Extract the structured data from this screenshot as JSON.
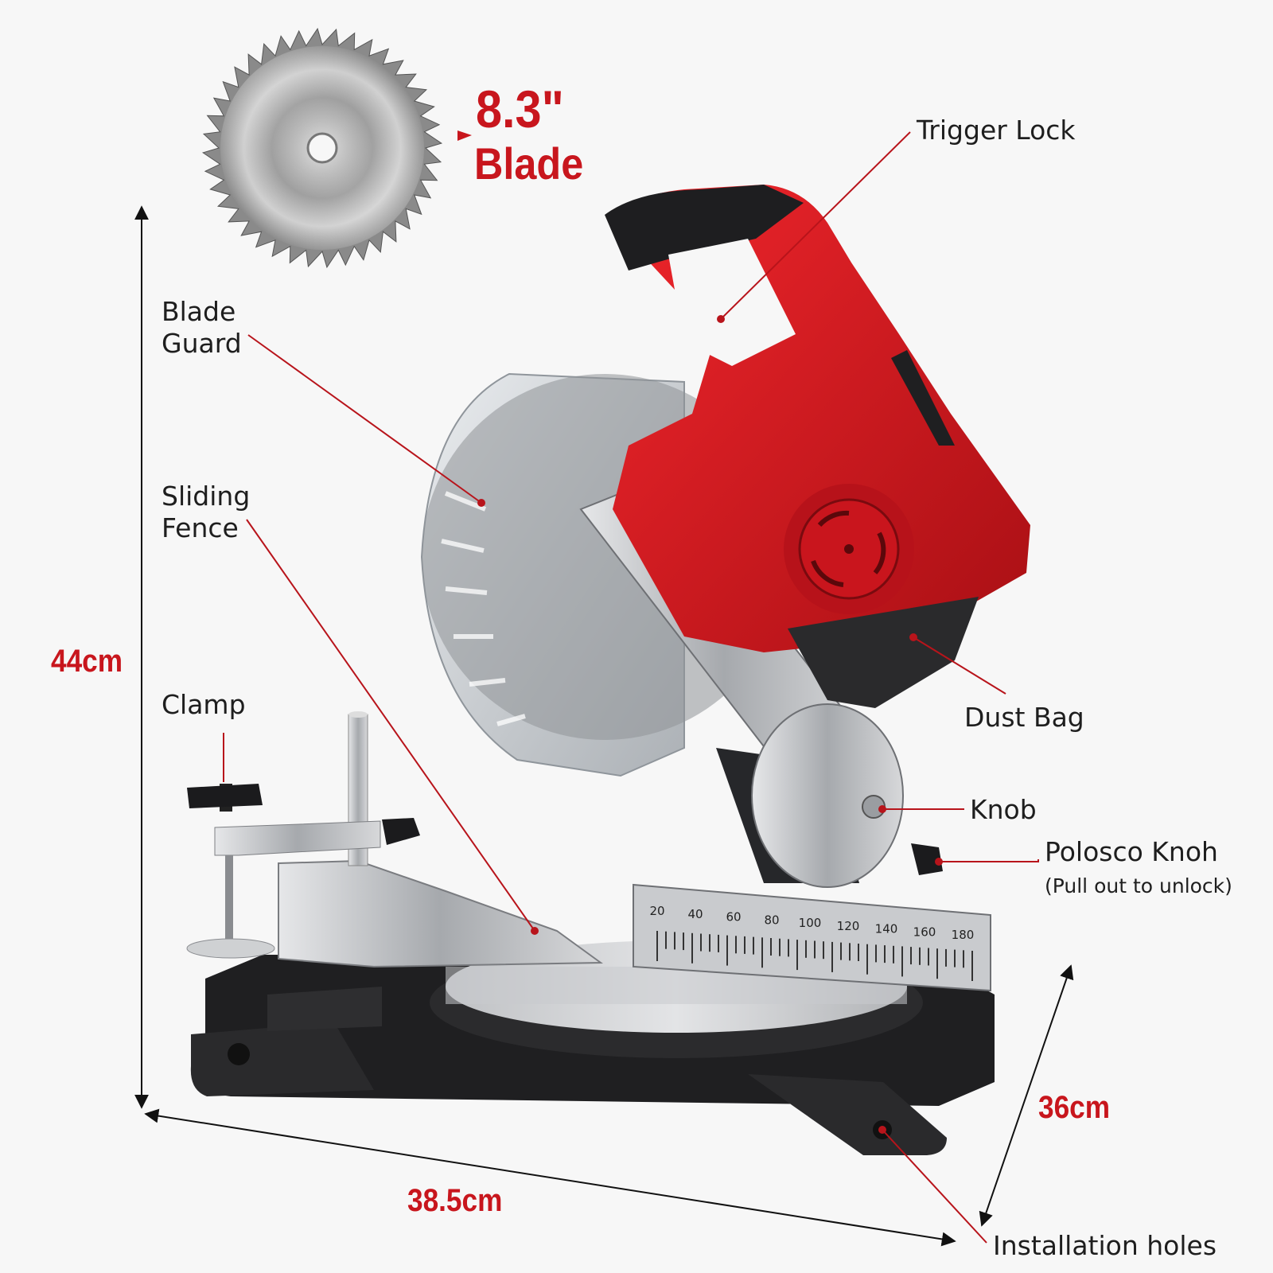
{
  "colors": {
    "accent": "#c8161d",
    "body_red": "#d71920",
    "dark": "#1d1d1f",
    "metal": "#b9bcc0"
  },
  "blade": {
    "size": "8.3\"",
    "word": "Blade"
  },
  "labels": {
    "trigger_lock": "Trigger Lock",
    "blade_guard_line1": "Blade",
    "blade_guard_line2": "Guard",
    "sliding_fence_line1": "Sliding",
    "sliding_fence_line2": "Fence",
    "clamp": "Clamp",
    "dust_bag": "Dust Bag",
    "knob": "Knob",
    "polosco_knob": "Polosco Knoh",
    "polosco_hint": "(Pull out to unlock)",
    "installation_holes": "Installation holes"
  },
  "dimensions": {
    "height": "44cm",
    "width": "38.5cm",
    "depth": "36cm"
  },
  "scale": {
    "ticks": [
      "20",
      "40",
      "60",
      "80",
      "100",
      "120",
      "140",
      "160",
      "180"
    ]
  }
}
